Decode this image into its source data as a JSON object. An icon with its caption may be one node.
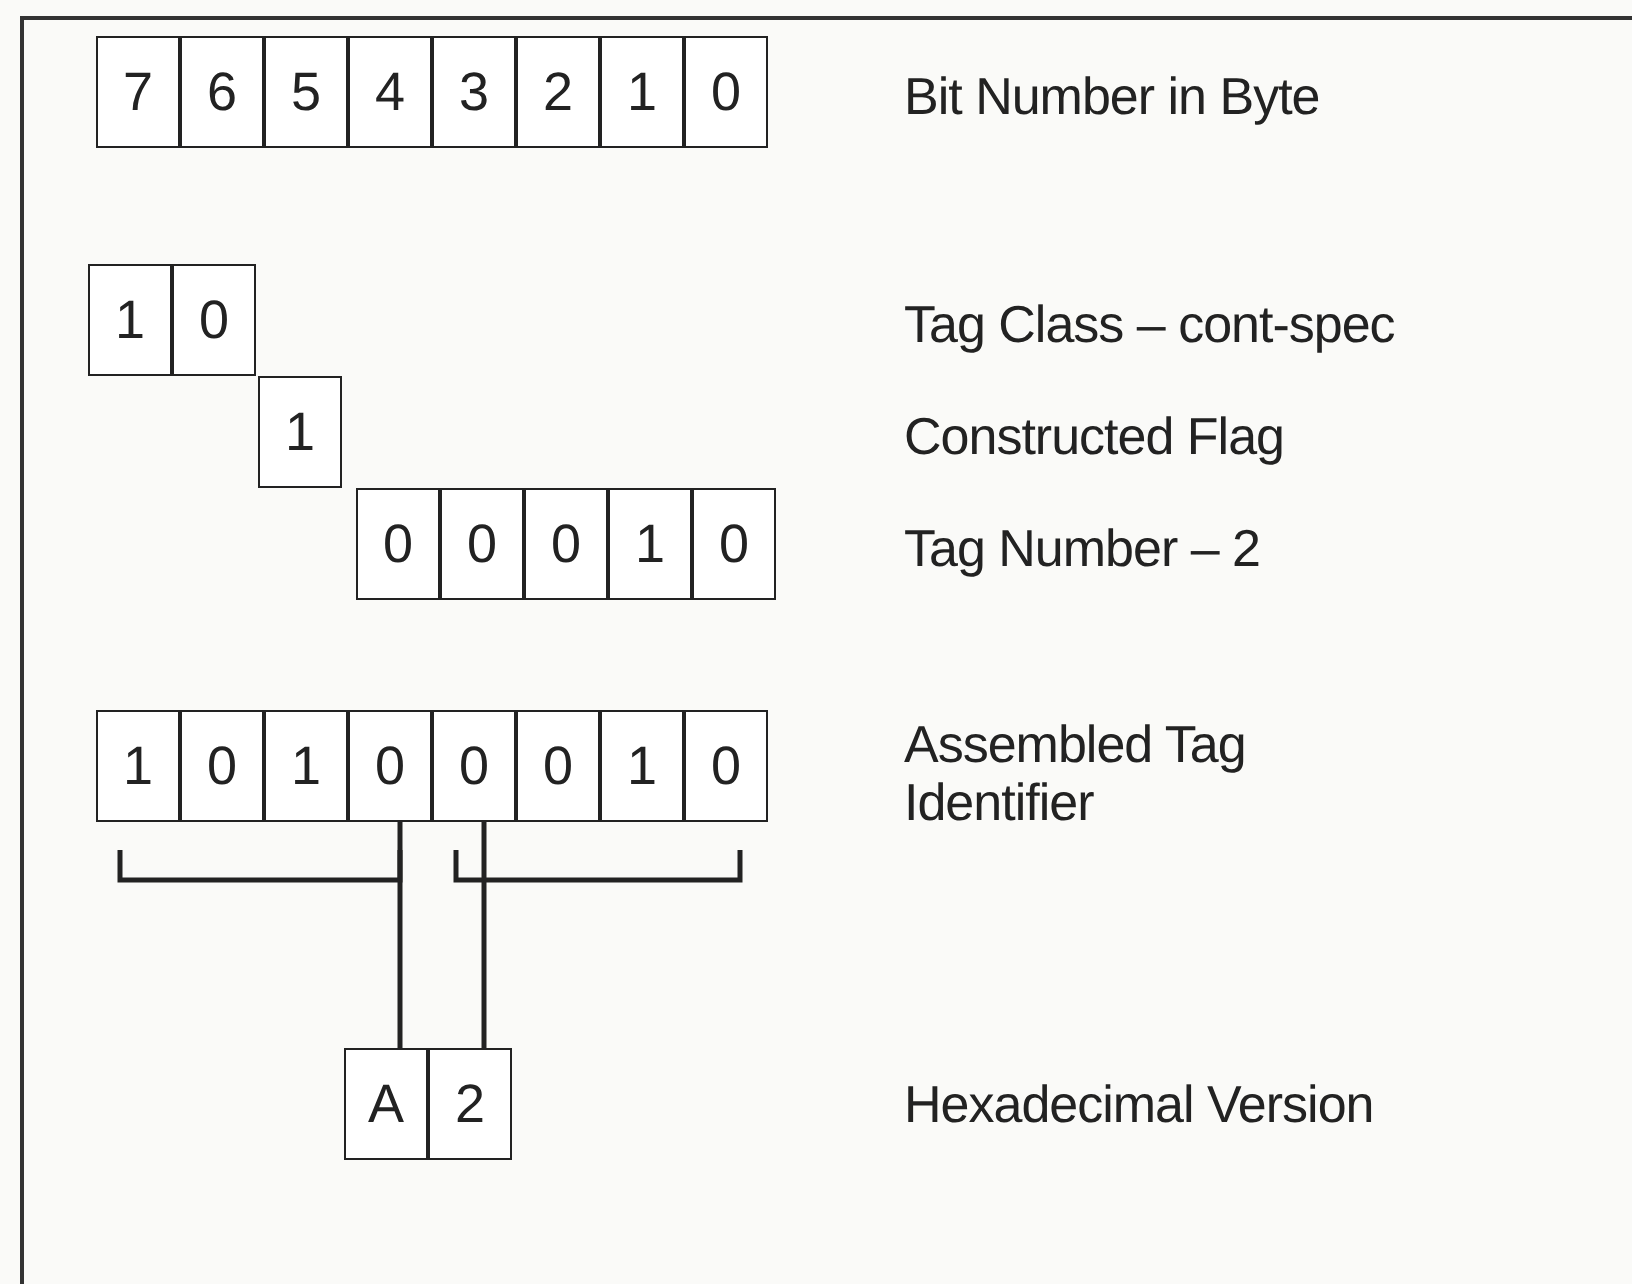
{
  "diagram": {
    "nodes": [
      {
        "text": [
          "7"
        ]
      },
      {
        "text": [
          "6"
        ]
      },
      {
        "text": [
          "5"
        ]
      },
      {
        "text": [
          "4"
        ]
      },
      {
        "text": [
          "3"
        ]
      },
      {
        "text": [
          "2"
        ]
      },
      {
        "text": [
          "1"
        ]
      },
      {
        "text": [
          "0"
        ]
      },
      {
        "text": [
          "1"
        ]
      },
      {
        "text": [
          "0"
        ]
      },
      {
        "text": [
          "1"
        ]
      },
      {
        "text": [
          "0"
        ]
      },
      {
        "text": [
          "0"
        ]
      },
      {
        "text": [
          "0"
        ]
      },
      {
        "text": [
          "1"
        ]
      },
      {
        "text": [
          "0"
        ]
      },
      {
        "text": [
          "1"
        ]
      },
      {
        "text": [
          "0"
        ]
      },
      {
        "text": [
          "1"
        ]
      },
      {
        "text": [
          "0"
        ]
      },
      {
        "text": [
          "0"
        ]
      },
      {
        "text": [
          "0"
        ]
      },
      {
        "text": [
          "1"
        ]
      },
      {
        "text": [
          "0"
        ]
      },
      {
        "text": [
          "A"
        ]
      },
      {
        "text": [
          "2"
        ]
      }
    ],
    "edges": [
      {
        "from": 19,
        "to": 24,
        "arrow": "none"
      },
      {
        "from": 20,
        "to": 25,
        "arrow": "none"
      }
    ],
    "labels": [
      "Bit Number in Byte",
      "Tag Class – cont-spec",
      "Constructed Flag",
      "Tag Number – 2",
      "Assembled Tag Identifier",
      "Hexadecimal Version"
    ]
  }
}
